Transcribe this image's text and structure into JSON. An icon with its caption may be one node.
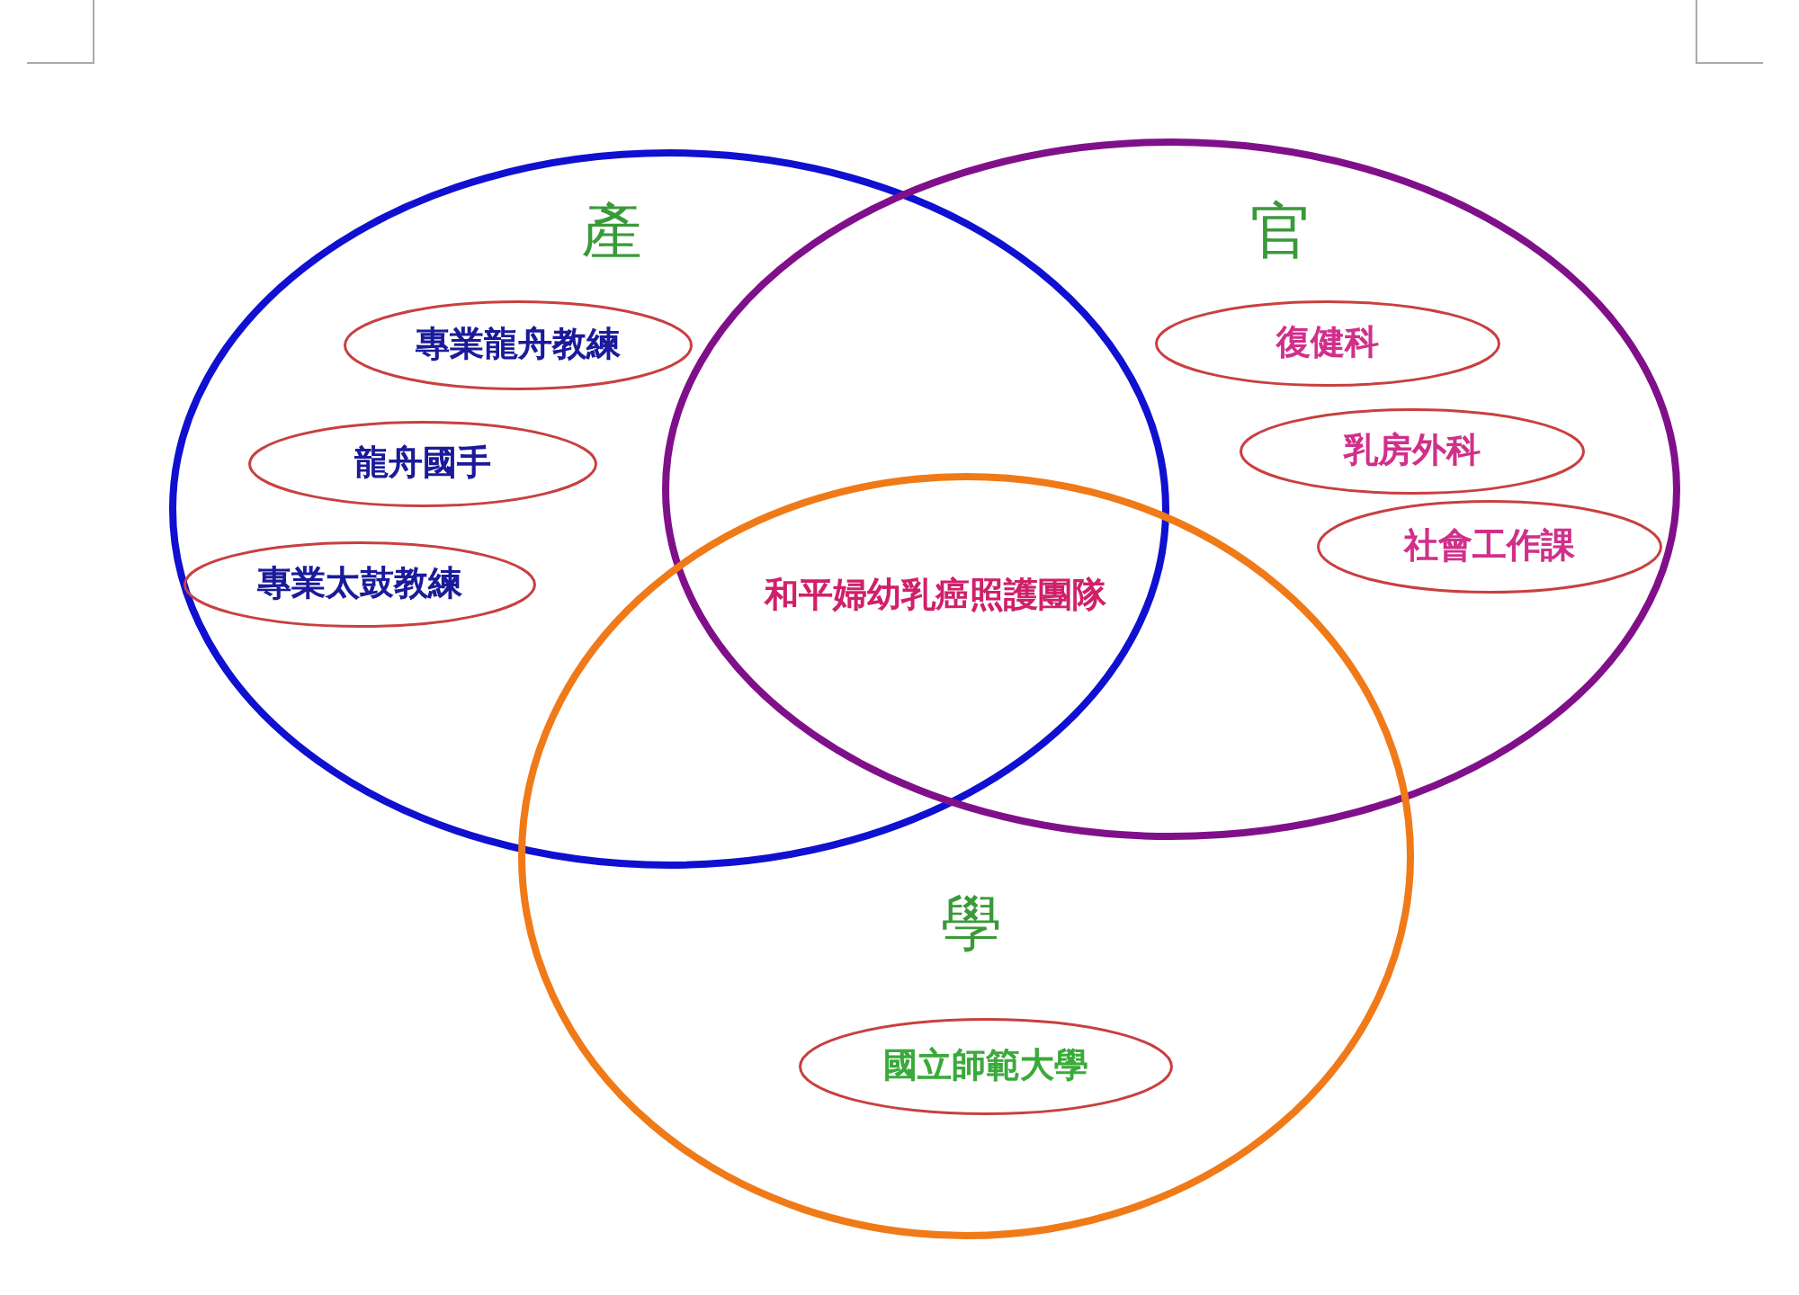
{
  "diagram": {
    "nodes": [
      {
        "text": [
          "產"
        ]
      },
      {
        "text": [
          "專業龍舟教練"
        ],
        "in": 0
      },
      {
        "text": [
          "龍舟國手"
        ],
        "in": 0
      },
      {
        "text": [
          "專業太鼓教練"
        ],
        "in": 0
      },
      {
        "text": [
          "官"
        ]
      },
      {
        "text": [
          "復健科"
        ],
        "in": 4
      },
      {
        "text": [
          "乳房外科"
        ],
        "in": 4
      },
      {
        "text": [
          "社會工作課"
        ],
        "in": 4
      },
      {
        "text": [
          "學"
        ]
      },
      {
        "text": [
          "國立師範大學"
        ],
        "in": 8
      }
    ],
    "edges": [],
    "labels": [
      "和平婦幼乳癌照護團隊"
    ]
  }
}
